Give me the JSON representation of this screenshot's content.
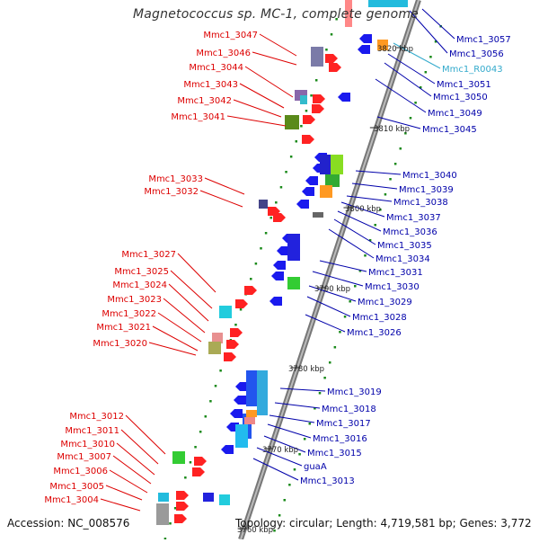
{
  "title": "Magnetococcus sp. MC-1, complete genome",
  "footer": {
    "accession": "Accession: NC_008576",
    "topology": "Topology: circular; Length: 4,719,581 bp; Genes: 3,772"
  },
  "colors": {
    "left_label": "#dd0000",
    "right_label": "#0000aa",
    "rna_label": "#33aacc",
    "forward_gene": "#ff2222",
    "reverse_gene": "#1a1aee",
    "backbone": "#888888"
  },
  "kbp_marks": [
    "3820 kbp",
    "3810 kbp",
    "3800 kbp",
    "3790 kbp",
    "3780 kbp",
    "3770 kbp",
    "3760 kbp"
  ],
  "left_labels": [
    "Mmc1_3047",
    "Mmc1_3046",
    "Mmc1_3044",
    "Mmc1_3043",
    "Mmc1_3042",
    "Mmc1_3041",
    "Mmc1_3033",
    "Mmc1_3032",
    "Mmc1_3027",
    "Mmc1_3025",
    "Mmc1_3024",
    "Mmc1_3023",
    "Mmc1_3022",
    "Mmc1_3021",
    "Mmc1_3020",
    "Mmc1_3012",
    "Mmc1_3011",
    "Mmc1_3010",
    "Mmc1_3007",
    "Mmc1_3006",
    "Mmc1_3005",
    "Mmc1_3004"
  ],
  "right_labels": [
    "Mmc1_3057",
    "Mmc1_3056",
    "Mmc1_R0043",
    "Mmc1_3051",
    "Mmc1_3050",
    "Mmc1_3049",
    "Mmc1_3045",
    "Mmc1_3040",
    "Mmc1_3039",
    "Mmc1_3038",
    "Mmc1_3037",
    "Mmc1_3036",
    "Mmc1_3035",
    "Mmc1_3034",
    "Mmc1_3031",
    "Mmc1_3030",
    "Mmc1_3029",
    "Mmc1_3028",
    "Mmc1_3026",
    "Mmc1_3019",
    "Mmc1_3018",
    "Mmc1_3017",
    "Mmc1_3016",
    "Mmc1_3015",
    "guaA",
    "Mmc1_3013"
  ]
}
